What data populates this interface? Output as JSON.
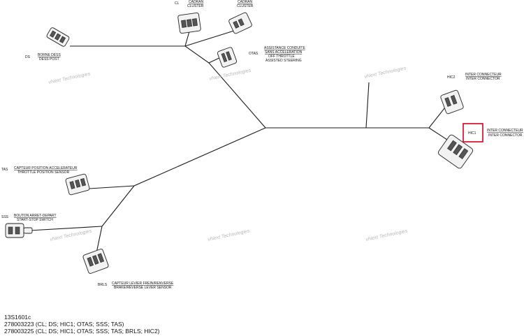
{
  "connectors": {
    "cl": {
      "code": "CL",
      "fr": "CADRAN",
      "en": "CLUSTER"
    },
    "cl2": {
      "code": "",
      "fr": "CADRAN",
      "en": "CLUSTER"
    },
    "ds": {
      "code": "DS",
      "fr": "BORNE DESS",
      "en": "DESS POST"
    },
    "otas": {
      "code": "OTAS",
      "fr": "ASSISTANCE CONDUITE",
      "fr2": "SANS ACCELERATION",
      "en": "OFF THROTTLE",
      "en2": "ASSISTED STEERING"
    },
    "hic2": {
      "code": "HIC2",
      "fr": "INTER CONNECTEUR",
      "en": "INTER CONNECTOR"
    },
    "hic1": {
      "code": "HIC1",
      "fr": "INTER CONNECTEUR",
      "en": "INTER CONNECTOR"
    },
    "tas": {
      "code": "TAS",
      "fr": "CAPTEUR POSITION ACCELERATEUR",
      "en": "THROTTLE POSITION SENSOR"
    },
    "sss": {
      "code": "SSS",
      "fr": "BOUTON ARRET-DEPART",
      "en": "START-STOP SWITCH"
    },
    "brls": {
      "code": "BRLS",
      "fr": "CAPTEUR LEVIER FREIN/RENVERSE",
      "en": "BRAKE/REVERSE LEVER SENSOR"
    }
  },
  "watermark": {
    "line1": "vNext Technologies",
    "line2": "Technologies"
  },
  "highlight_color": "#d0021b",
  "footer": {
    "ref": "13S1601c",
    "pn1": "278003223 (CL; DS; HIC1; OTAS; SSS; TAS)",
    "pn2": "278003225 (CL; DS; HIC1; OTAS; SSS; TAS; BRLS; HIC2)"
  }
}
